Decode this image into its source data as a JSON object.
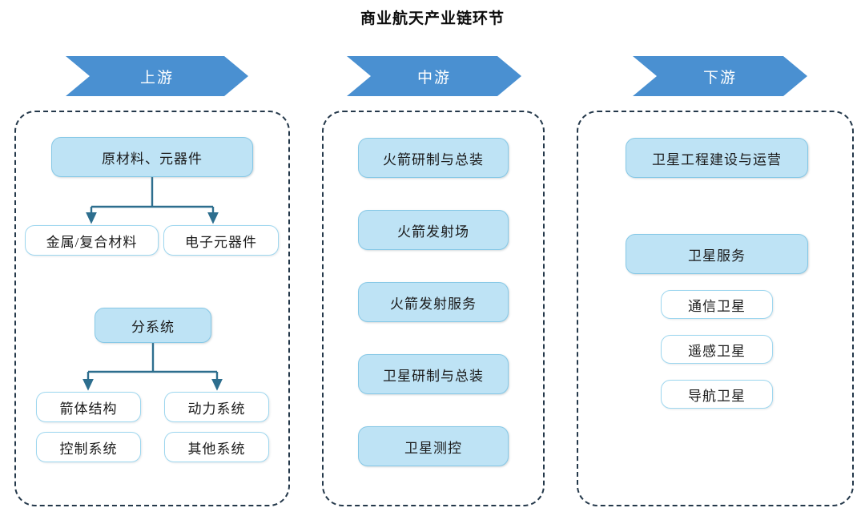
{
  "title": "商业航天产业链环节",
  "colors": {
    "chevron_blue": "#4A90D1",
    "node_fill": "#BEE3F5",
    "node_border": "#86C8E6",
    "hollow_border": "#9ED7EF",
    "dashed_border": "#24384A",
    "connector": "#2D6E8E",
    "text": "#1a1a1a"
  },
  "stages": [
    {
      "key": "upstream",
      "banner": "上游",
      "nodes": [
        {
          "label": "原材料、元器件",
          "style": "filled"
        },
        {
          "label": "金属/复合材料",
          "style": "hollow"
        },
        {
          "label": "电子元器件",
          "style": "hollow"
        },
        {
          "label": "分系统",
          "style": "filled"
        },
        {
          "label": "箭体结构",
          "style": "hollow"
        },
        {
          "label": "动力系统",
          "style": "hollow"
        },
        {
          "label": "控制系统",
          "style": "hollow"
        },
        {
          "label": "其他系统",
          "style": "hollow"
        }
      ]
    },
    {
      "key": "midstream",
      "banner": "中游",
      "nodes": [
        {
          "label": "火箭研制与总装",
          "style": "filled"
        },
        {
          "label": "火箭发射场",
          "style": "filled"
        },
        {
          "label": "火箭发射服务",
          "style": "filled"
        },
        {
          "label": "卫星研制与总装",
          "style": "filled"
        },
        {
          "label": "卫星测控",
          "style": "filled"
        }
      ]
    },
    {
      "key": "downstream",
      "banner": "下游",
      "nodes": [
        {
          "label": "卫星工程建设与运营",
          "style": "filled"
        },
        {
          "label": "卫星服务",
          "style": "filled"
        },
        {
          "label": "通信卫星",
          "style": "hollow"
        },
        {
          "label": "遥感卫星",
          "style": "hollow"
        },
        {
          "label": "导航卫星",
          "style": "hollow"
        }
      ]
    }
  ]
}
